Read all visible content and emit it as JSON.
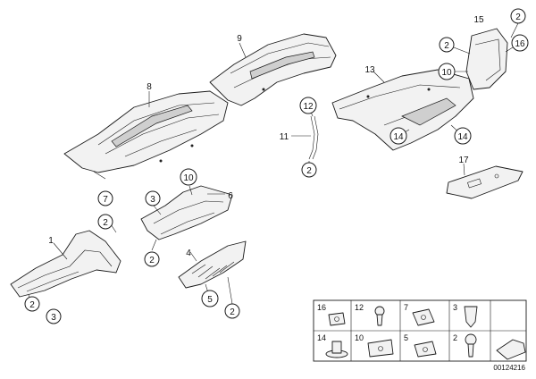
{
  "diagram_id": "00124216",
  "callouts": {
    "c2_top_right": "2",
    "c15_top": "15",
    "c16_top": "16",
    "c2_upper": "2",
    "c10_upper": "10",
    "c9_label": "9",
    "c13_label": "13",
    "c8_label": "8",
    "c12_circle": "12",
    "c11_label": "11",
    "c2_mid": "2",
    "c14_left": "14",
    "c14_right": "14",
    "c17_label": "17",
    "c10_mid": "10",
    "c6_label": "6",
    "c3_mid": "3",
    "c7_left": "7",
    "c2_left": "2",
    "c2_center": "2",
    "c4_label": "4",
    "c1_label": "1",
    "c5_bottom": "5",
    "c2_bottom": "2",
    "c2_bottom_left": "2",
    "c3_bottom_left": "3"
  },
  "fasteners_grid": {
    "row1": [
      "16",
      "12",
      "7",
      "3"
    ],
    "row2": [
      "14",
      "10",
      "5",
      "2"
    ]
  }
}
